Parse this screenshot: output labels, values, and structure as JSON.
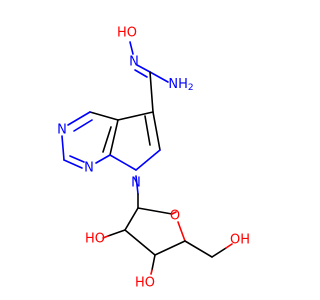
{
  "molecule": {
    "colors": {
      "bond": "#000000",
      "nitrogen": "#0000ff",
      "oxygen": "#ff0000",
      "background": "#ffffff"
    },
    "atom_labels": {
      "oxime_oh": "HO",
      "amidine_n": "N",
      "amine_nh2": "NH2",
      "pyrimidine_n1": "N",
      "pyrimidine_n3": "N",
      "pyrrole_n": "N",
      "ring_oxygen": "O",
      "hydroxyl_2": "HO",
      "hydroxyl_3": "HO",
      "hydroxymethyl_oh": "OH"
    }
  }
}
